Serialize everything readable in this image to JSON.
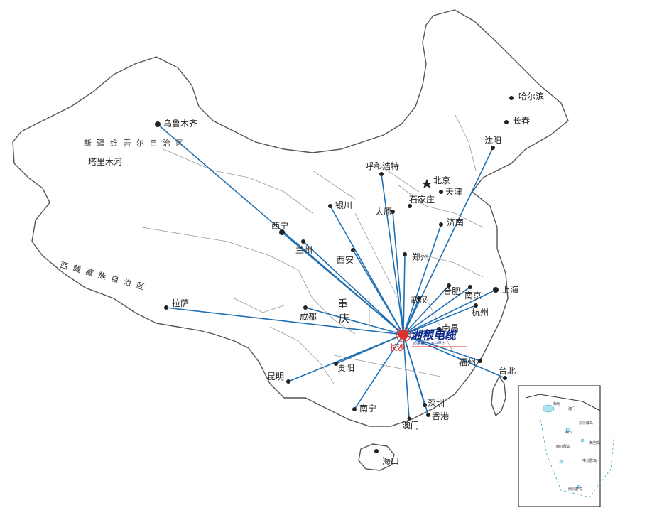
{
  "hub": {
    "name": "长沙",
    "brand_title": "湘粮电缆",
    "brand_subtitle": "质量第一 · 客户至上",
    "hub_color": "#e0302a",
    "route_color": "#1f6fb3"
  },
  "regions": [
    {
      "key": "xinjiang",
      "label": "新 疆 维 吾 尔 自 治 区"
    },
    {
      "key": "xizang",
      "label": "西 藏 藏 族 自 治 区"
    }
  ],
  "extra_labels": {
    "chongqing_char1": "重",
    "chongqing_char2": "庆",
    "tarim": "塔里木河",
    "xian": "西安",
    "haikou": "海口",
    "macau": "澳门",
    "hong_kong": "香港",
    "shijiazhuang": "石家庄",
    "beijing": "北京",
    "tianjin": "天津",
    "shanghai": "上海",
    "hangzhou": "杭州",
    "nanjing": "南京",
    "hefei": "合肥",
    "wuhan": "武汉",
    "zhengzhou": "郑州",
    "jinan": "济南",
    "taiyuan": "太原",
    "yinchuan": "银川",
    "huhehaote": "呼和浩特",
    "shenyang": "沈阳",
    "changchun": "长春",
    "haerbin": "哈尔滨",
    "xining": "西宁",
    "lanzhou": "兰州",
    "chengdu": "成都",
    "lasa": "拉萨",
    "kunming": "昆明",
    "guiyang": "贵阳",
    "nanning": "南宁",
    "shenzhen": "深圳",
    "fuzhou": "福州",
    "taibei": "台北",
    "nanchang": "南昌",
    "urumqi": "乌鲁木齐"
  },
  "inset": {
    "labels": [
      "海南",
      "海口",
      "东沙群岛",
      "西沙群岛",
      "中沙群岛",
      "南沙群岛",
      "黄岩岛",
      "澳门"
    ]
  }
}
